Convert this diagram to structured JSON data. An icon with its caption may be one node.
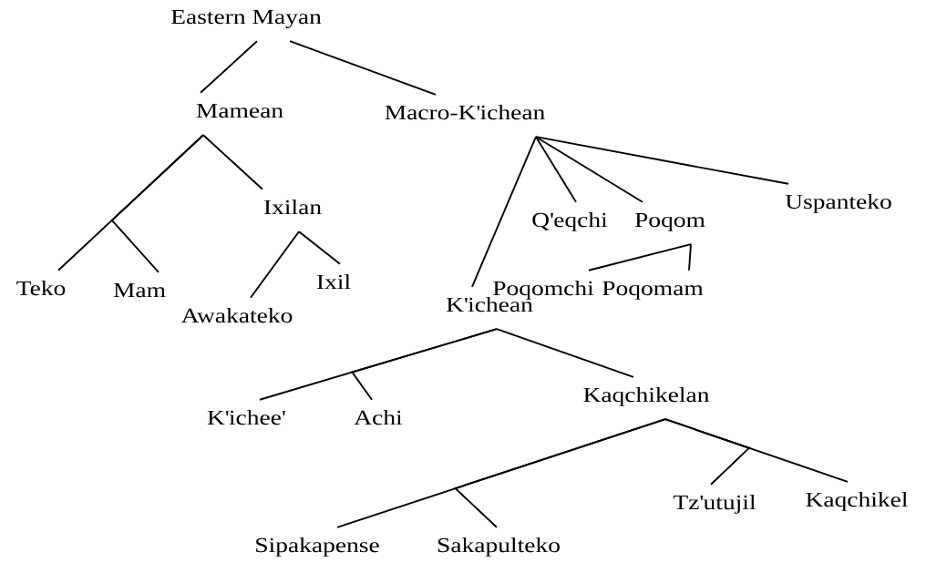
{
  "diagram": {
    "nodes": [
      {
        "text": [
          "Eastern Mayan"
        ]
      },
      {
        "text": [
          "Mamean"
        ]
      },
      {
        "text": [
          "Macro-K'ichean"
        ]
      },
      {
        "text": [
          "Teko"
        ]
      },
      {
        "text": [
          "Mam"
        ]
      },
      {
        "text": [
          "Ixilan"
        ]
      },
      {
        "text": [
          "Awakateko"
        ]
      },
      {
        "text": [
          "Ixil"
        ]
      },
      {
        "text": [
          "K'ichean"
        ]
      },
      {
        "text": [
          "Q'eqchi"
        ]
      },
      {
        "text": [
          "Poqom"
        ]
      },
      {
        "text": [
          "Uspanteko"
        ]
      },
      {
        "text": [
          "Poqomchi"
        ]
      },
      {
        "text": [
          "Poqomam"
        ]
      },
      {
        "text": [
          "K'ichee'"
        ]
      },
      {
        "text": [
          "Achi"
        ]
      },
      {
        "text": [
          "Kaqchikelan"
        ]
      },
      {
        "text": [
          "Sipakapense"
        ]
      },
      {
        "text": [
          "Sakapulteko"
        ]
      },
      {
        "text": [
          "Tz'utujil"
        ]
      },
      {
        "text": [
          "Kaqchikel"
        ]
      }
    ],
    "edges": [
      {
        "from": 0,
        "to": 1,
        "arrow": "none"
      },
      {
        "from": 0,
        "to": 2,
        "arrow": "none"
      },
      {
        "from": 1,
        "to": 3,
        "arrow": "none"
      },
      {
        "from": 1,
        "to": 4,
        "arrow": "none"
      },
      {
        "from": 1,
        "to": 5,
        "arrow": "none"
      },
      {
        "from": 5,
        "to": 6,
        "arrow": "none"
      },
      {
        "from": 5,
        "to": 7,
        "arrow": "none"
      },
      {
        "from": 2,
        "to": 8,
        "arrow": "none"
      },
      {
        "from": 2,
        "to": 9,
        "arrow": "none"
      },
      {
        "from": 2,
        "to": 10,
        "arrow": "none"
      },
      {
        "from": 2,
        "to": 11,
        "arrow": "none"
      },
      {
        "from": 10,
        "to": 12,
        "arrow": "none"
      },
      {
        "from": 10,
        "to": 13,
        "arrow": "none"
      },
      {
        "from": 8,
        "to": 14,
        "arrow": "none"
      },
      {
        "from": 8,
        "to": 15,
        "arrow": "none"
      },
      {
        "from": 8,
        "to": 16,
        "arrow": "none"
      },
      {
        "from": 16,
        "to": 17,
        "arrow": "none"
      },
      {
        "from": 16,
        "to": 18,
        "arrow": "none"
      },
      {
        "from": 16,
        "to": 20,
        "arrow": "none"
      },
      {
        "from": 16,
        "to": 19,
        "arrow": "none"
      }
    ]
  }
}
